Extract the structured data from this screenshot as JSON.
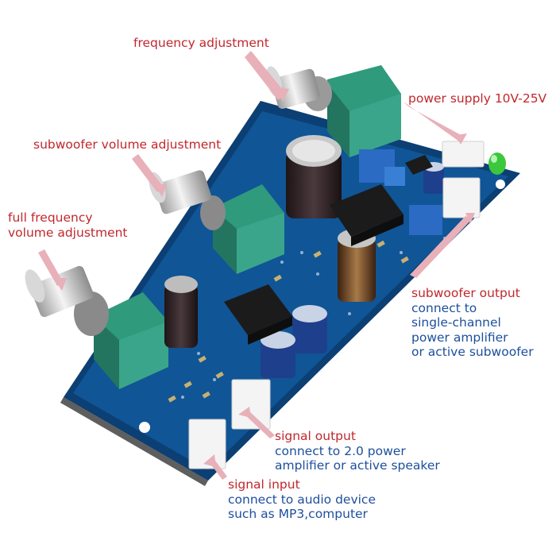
{
  "colors": {
    "title_red": "#c1272d",
    "desc_blue": "#1d4f9c",
    "arrow_pink": "#e8b0b8",
    "pcb_blue": "#0f4f8c",
    "pot_green": "#3aa58a",
    "led_green": "#3cc83c"
  },
  "callouts": {
    "frequency": {
      "title": "frequency adjustment"
    },
    "power": {
      "title": "power supply 10V-25V"
    },
    "subwoofer_volume": {
      "title": "subwoofer volume adjustment"
    },
    "full_volume": {
      "title_lines": [
        "full frequency",
        "volume adjustment"
      ]
    },
    "subwoofer_output": {
      "title": "subwoofer output",
      "desc_lines": [
        "connect to",
        "single-channel",
        "power amplifier",
        "or active subwoofer"
      ]
    },
    "signal_output": {
      "title": "signal output",
      "desc_lines": [
        "connect to 2.0 power",
        "amplifier or active speaker"
      ]
    },
    "signal_input": {
      "title": "signal input",
      "desc_lines": [
        "connect to audio device",
        "such as MP3,computer"
      ]
    }
  }
}
